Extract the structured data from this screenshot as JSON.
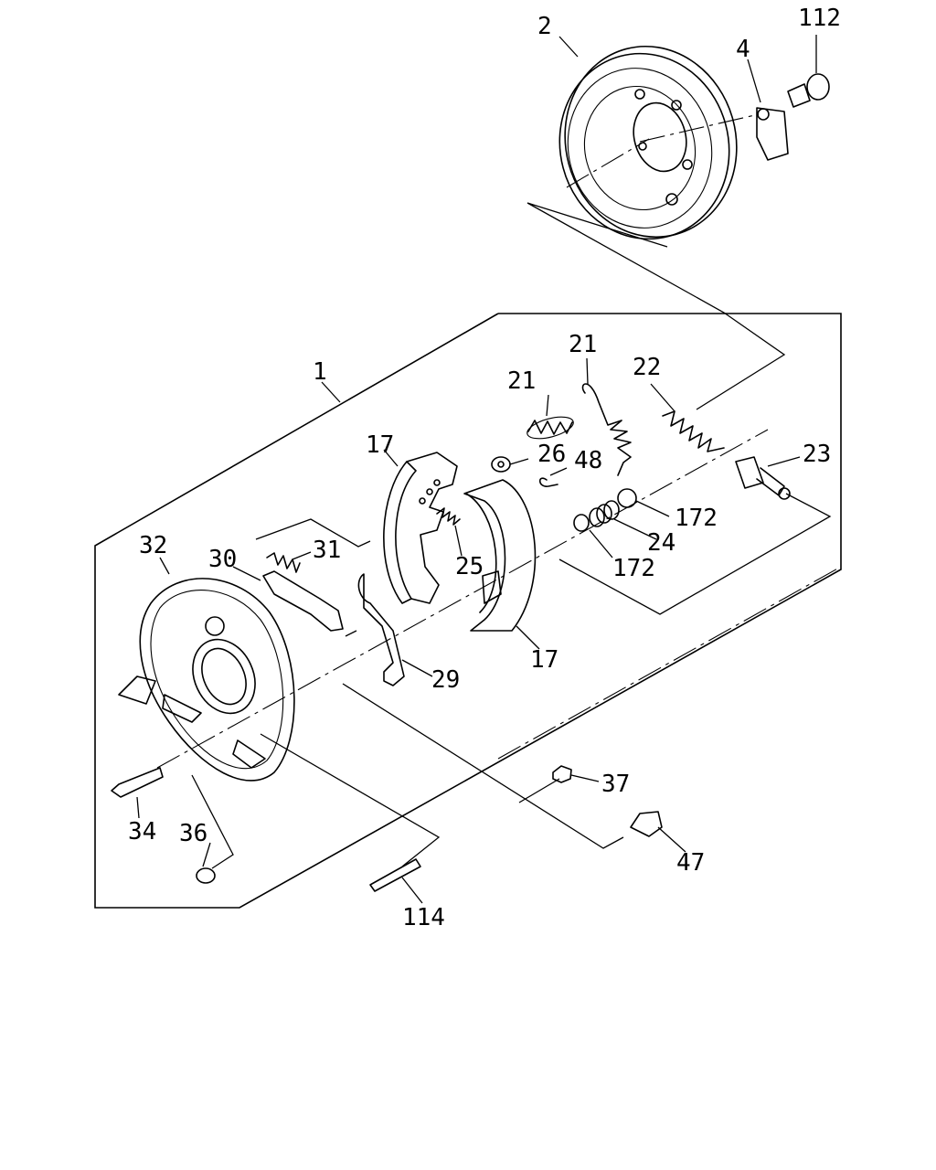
{
  "labels": {
    "drum": "2",
    "plate": "4",
    "bleeder_top": "112",
    "assembly": "1",
    "spring_21_upper": "21",
    "spring_21_lower": "21",
    "spring_22": "22",
    "adjuster_23": "23",
    "shoe_17_upper": "17",
    "washer_26": "26",
    "clip_48": "48",
    "washer_172_a": "172",
    "spring_24": "24",
    "washer_172_b": "172",
    "backing_plate_32": "32",
    "lever_30": "30",
    "spring_31": "31",
    "spring_25": "25",
    "shoe_17_lower": "17",
    "strut_29": "29",
    "nut_37": "37",
    "bolt_34": "34",
    "plug_36": "36",
    "bolt_47": "47",
    "stud_114": "114"
  }
}
